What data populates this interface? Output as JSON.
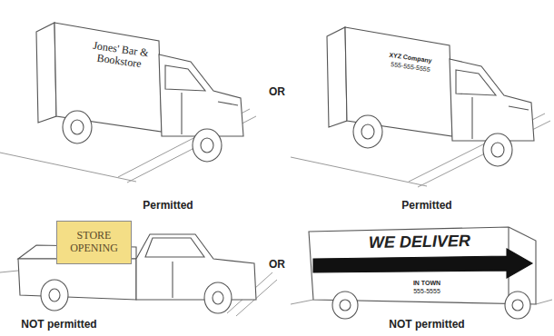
{
  "diagram": {
    "nodes": [
      {
        "text": [
          "STORE OPENING"
        ]
      }
    ],
    "labels": [
      "Jones' Bar & Bookstore",
      "XYZ Company",
      "555-555-5555",
      "Permitted",
      "OR",
      "Permitted",
      "WE DELIVER",
      "IN TOWN",
      "555-5555",
      "OR",
      "NOT permitted",
      "NOT permitted"
    ]
  }
}
